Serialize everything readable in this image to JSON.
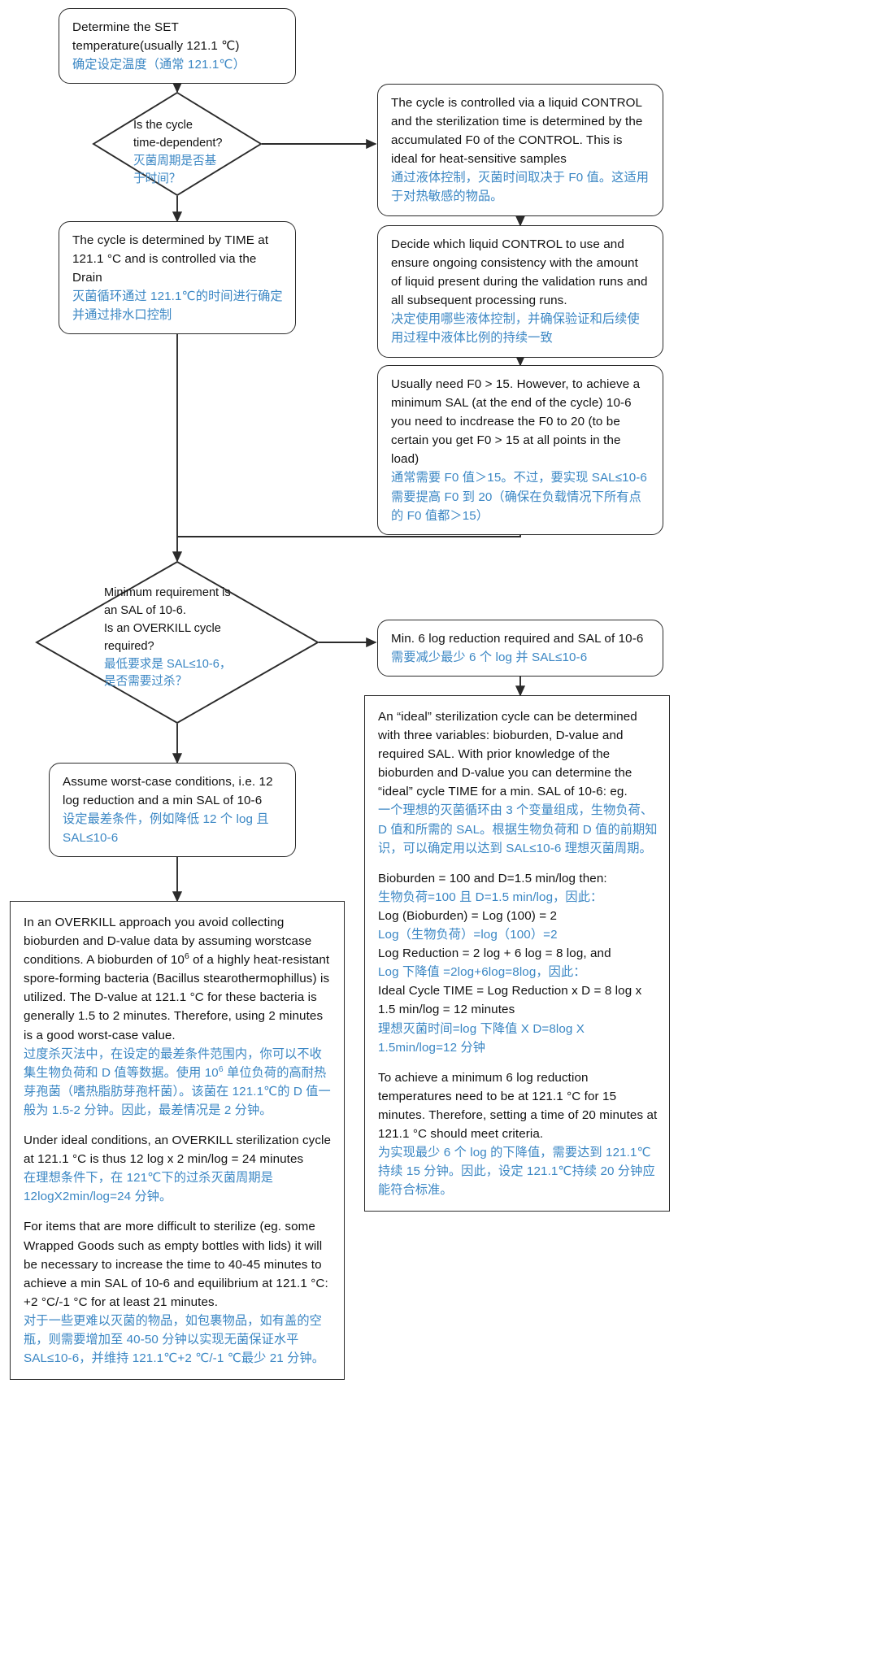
{
  "diagram": {
    "title": "Sterilization cycle selection flowchart",
    "accent_color": "#3b87c4",
    "line_color": "#2b2b2b",
    "nodes": {
      "set_temp": {
        "en": "Determine the SET temperature(usually 121.1 ℃)",
        "zh": "确定设定温度（通常 121.1℃）"
      },
      "decision_time": {
        "en_line1": "Is the cycle",
        "en_line2": "time-dependent?",
        "zh_line1": "灭菌周期是否基",
        "zh_line2": "于时间？"
      },
      "control_liquid": {
        "en": "The cycle is controlled via a liquid CONTROL and the sterilization time is determined by the accumulated F0 of the CONTROL. This is ideal for heat-sensitive samples",
        "zh": "通过液体控制，灭菌时间取决于 F0 值。这适用于对热敏感的物品。"
      },
      "time_drain": {
        "en": "The cycle is determined by TIME at 121.1 °C and is controlled via the Drain",
        "zh": "灭菌循环通过 121.1℃的时间进行确定并通过排水口控制"
      },
      "decide_control": {
        "en": "Decide which liquid CONTROL to use and ensure ongoing consistency with the amount of liquid present during the validation runs and all subsequent processing runs.",
        "zh": "决定使用哪些液体控制，并确保验证和后续使用过程中液体比例的持续一致"
      },
      "f0_requirement": {
        "en": "Usually need F0 > 15. However, to achieve a minimum SAL (at the end of the cycle) 10-6 you need to incdrease the F0 to 20 (to be certain you get F0 > 15 at all points in the load)",
        "zh": "通常需要 F0 值＞15。不过，要实现 SAL≤10-6 需要提高 F0 到 20（确保在负载情况下所有点的 F0 值都＞15）"
      },
      "decision_overkill": {
        "en_line1": "Minimum requirement is",
        "en_line2": "an SAL of 10-6.",
        "en_line3": "Is an OVERKILL cycle",
        "en_line4": "required?",
        "zh_line1": "最低要求是 SAL≤10-6，",
        "zh_line2": "是否需要过杀？"
      },
      "min_log_reduction": {
        "en": "Min. 6 log reduction required and SAL of 10-6",
        "zh": "需要减少最少 6 个 log 并 SAL≤10-6"
      },
      "worst_case": {
        "en": "Assume worst-case conditions, i.e. 12 log reduction and a min SAL of 10-6",
        "zh": "设定最差条件，例如降低 12 个 log 且 SAL≤10-6"
      },
      "ideal_cycle": {
        "p1_en": "An “ideal” sterilization cycle can be determined with three variables: bioburden, D-value and required SAL. With prior knowledge of the bioburden and D-value you can determine the “ideal” cycle TIME for a min. SAL of 10-6: eg.",
        "p1_zh": "一个理想的灭菌循环由 3 个变量组成，生物负荷、D 值和所需的 SAL。根据生物负荷和 D 值的前期知识，可以确定用以达到 SAL≤10-6 理想灭菌周期。",
        "calc_line1_en": "Bioburden = 100 and D=1.5 min/log then:",
        "calc_line1_zh": "生物负荷=100 且 D=1.5 min/log，因此：",
        "calc_line2_en": "Log (Bioburden) = Log (100) = 2",
        "calc_line2_zh": "Log（生物负荷）=log（100）=2",
        "calc_line3_en": "Log Reduction = 2 log + 6 log = 8 log, and",
        "calc_line3_zh": "Log 下降值 =2log+6log=8log，因此：",
        "calc_line4_en": "Ideal Cycle TIME = Log Reduction x D = 8 log x 1.5 min/log = 12 minutes",
        "calc_line4_zh": "理想灭菌时间=log 下降值 X D=8log X 1.5min/log=12 分钟",
        "p3_en": "To achieve a minimum 6 log reduction temperatures need to be at 121.1 °C for 15 minutes. Therefore, setting a time of 20 minutes at 121.1 °C should meet criteria.",
        "p3_zh": "为实现最少 6 个 log 的下降值，需要达到 121.1℃持续 15 分钟。因此，设定 121.1℃持续 20 分钟应能符合标准。"
      },
      "overkill_detail": {
        "p1_en_a": "In an OVERKILL approach you avoid collecting bioburden and D-value data by assuming worstcase conditions. A bioburden of 10",
        "p1_en_sup": "6",
        "p1_en_b": " of a highly heat-resistant spore-forming bacteria (Bacillus stearothermophillus) is utilized. The D-value at 121.1 °C for these bacteria is generally 1.5 to 2 minutes. Therefore, using 2 minutes is a good worst-case value.",
        "p1_zh_a": "过度杀灭法中，在设定的最差条件范围内，你可以不收集生物负荷和 D 值等数据。使用 10",
        "p1_zh_sup": "6",
        "p1_zh_b": " 单位负荷的高耐热芽孢菌（嗜热脂肪芽孢杆菌）。该菌在 121.1℃的 D 值一般为 1.5-2 分钟。因此，最差情况是 2 分钟。",
        "p2_en": "Under ideal conditions, an OVERKILL sterilization cycle at 121.1 °C is thus 12 log x 2 min/log = 24 minutes",
        "p2_zh": "在理想条件下，在 121℃下的过杀灭菌周期是 12logX2min/log=24 分钟。",
        "p3_en": "For items that are more difficult to sterilize (eg. some Wrapped Goods such as empty bottles with lids) it will be necessary to increase the time to 40-45 minutes to achieve a min SAL of 10-6 and equilibrium at 121.1 °C: +2 °C/-1 °C for at least 21 minutes.",
        "p3_zh": "对于一些更难以灭菌的物品，如包裹物品，如有盖的空瓶，则需要增加至 40-50 分钟以实现无菌保证水平 SAL≤10-6，并维持 121.1℃+2 ℃/-1 ℃最少 21 分钟。"
      }
    }
  }
}
